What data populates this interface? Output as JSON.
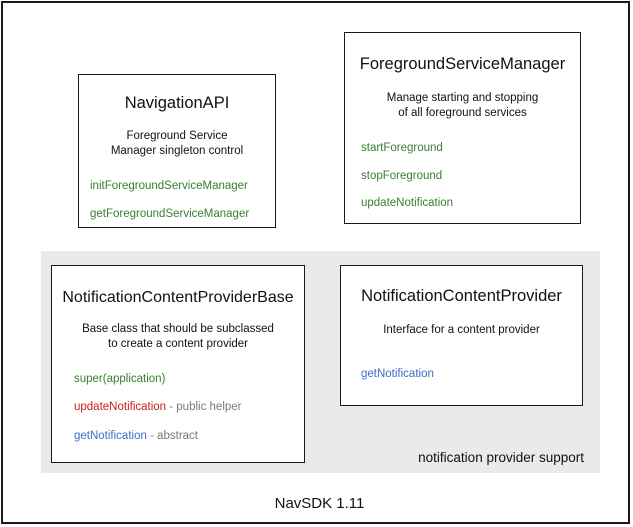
{
  "diagram": {
    "footer_caption": "NavSDK 1.11",
    "colors": {
      "method_green": "#3a7d32",
      "method_blue": "#3b6fc4",
      "method_red": "#c62222",
      "suffix_gray": "#7a7a7a",
      "panel_gray": "#eaeaea",
      "border_black": "#1a1a1a",
      "text_black": "#111111"
    },
    "group_panel": {
      "label": "notification provider support"
    },
    "boxes": [
      {
        "id": "navigation-api",
        "title": "NavigationAPI",
        "description": "Foreground Service\nManager singleton control",
        "description_lines": [
          "Foreground Service",
          "Manager singleton control"
        ],
        "members": [
          {
            "name": "initForegroundServiceManager",
            "color": "#3a7d32",
            "suffix": ""
          },
          {
            "name": "getForegroundServiceManager",
            "color": "#3a7d32",
            "suffix": ""
          }
        ]
      },
      {
        "id": "foreground-service-manager",
        "title": "ForegroundServiceManager",
        "description": "Manage starting and stopping\nof all foreground services",
        "description_lines": [
          "Manage starting and stopping",
          "of all foreground services"
        ],
        "members": [
          {
            "name": "startForeground",
            "color": "#3a7d32",
            "suffix": ""
          },
          {
            "name": "stopForeground",
            "color": "#3a7d32",
            "suffix": ""
          },
          {
            "name": "updateNotification",
            "color": "#3a7d32",
            "suffix": ""
          }
        ]
      },
      {
        "id": "notification-content-provider-base",
        "title": "NotificationContentProviderBase",
        "description": "Base class that should be subclassed\nto create a content provider",
        "description_lines": [
          "Base class that should be subclassed",
          "to create a content provider"
        ],
        "members": [
          {
            "name": "super(application)",
            "color": "#3a7d32",
            "suffix": ""
          },
          {
            "name": "updateNotification",
            "color": "#c62222",
            "suffix": " - public helper"
          },
          {
            "name": "getNotification",
            "color": "#3b6fc4",
            "suffix": " - abstract"
          }
        ]
      },
      {
        "id": "notification-content-provider",
        "title": "NotificationContentProvider",
        "description": "Interface for a content provider",
        "description_lines": [
          "Interface for a content provider"
        ],
        "members": [
          {
            "name": "getNotification",
            "color": "#3b6fc4",
            "suffix": ""
          }
        ]
      }
    ]
  }
}
